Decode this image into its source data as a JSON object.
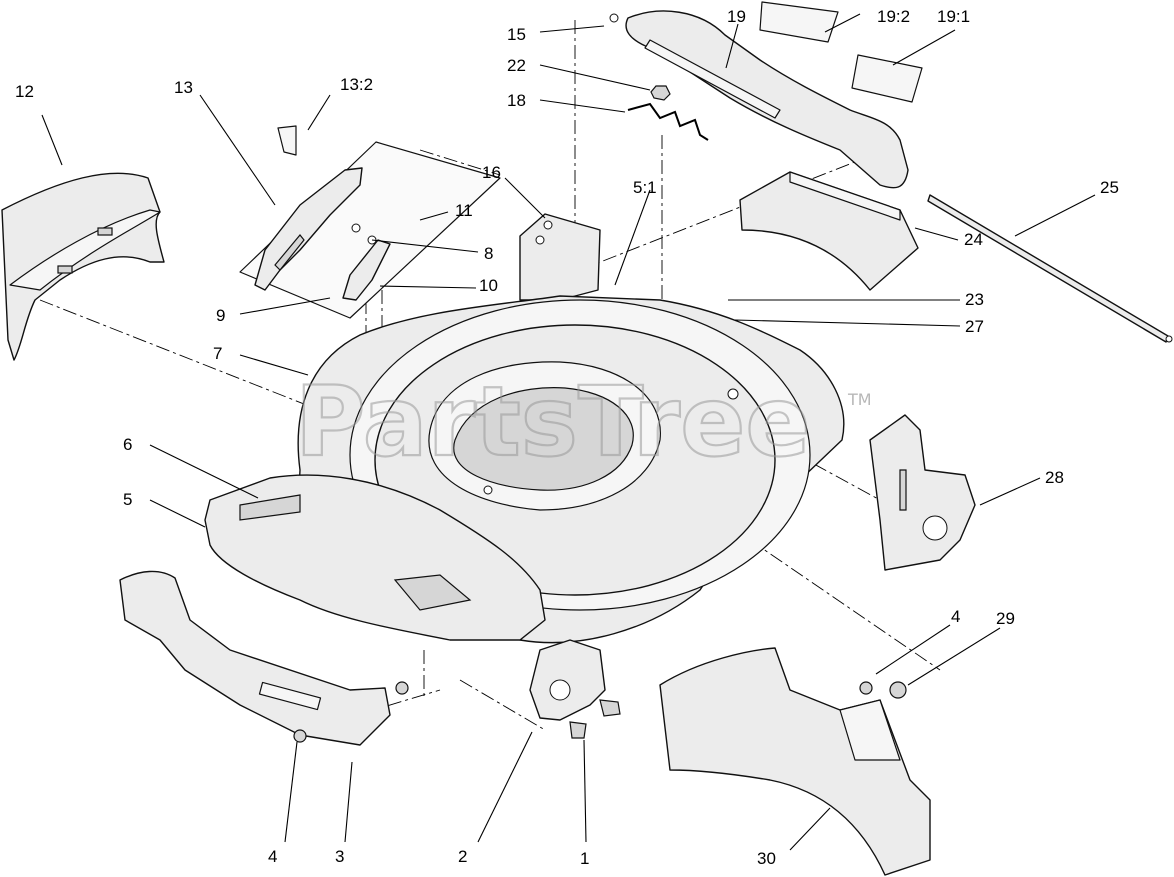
{
  "watermark": {
    "text": "PartsTree",
    "trademark": "TM"
  },
  "callouts": {
    "c1": "1",
    "c2": "2",
    "c3": "3",
    "c4a": "4",
    "c4b": "4",
    "c5": "5",
    "c5_1": "5:1",
    "c6": "6",
    "c7": "7",
    "c8": "8",
    "c9": "9",
    "c10": "10",
    "c11": "11",
    "c12": "12",
    "c13": "13",
    "c13_2": "13:2",
    "c15": "15",
    "c16": "16",
    "c18": "18",
    "c19": "19",
    "c19_1": "19:1",
    "c19_2": "19:2",
    "c22": "22",
    "c23": "23",
    "c24": "24",
    "c25": "25",
    "c27": "27",
    "c28": "28",
    "c29": "29",
    "c30": "30"
  }
}
